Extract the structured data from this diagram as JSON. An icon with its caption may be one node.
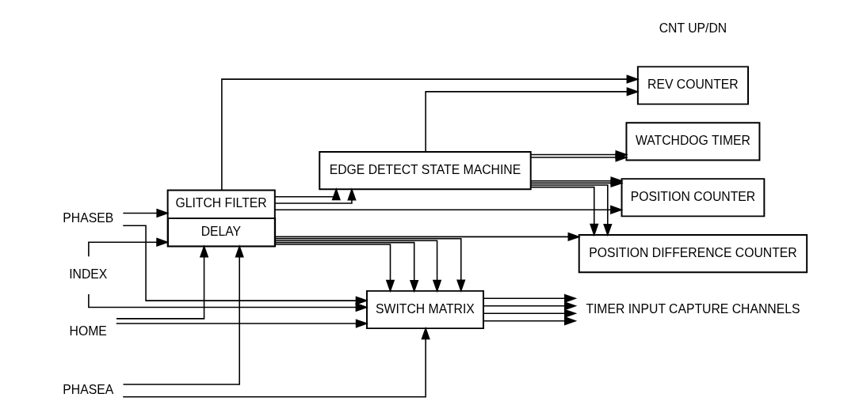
{
  "diagram": {
    "nodes": [
      {
        "text": [
          "PHASEA"
        ]
      },
      {
        "text": [
          "PHASEB"
        ]
      },
      {
        "text": [
          "INDEX"
        ]
      },
      {
        "text": [
          "HOME"
        ]
      },
      {
        "text": [
          "GLITCH FILTER",
          "DELAY"
        ]
      },
      {
        "text": [
          "EDGE DETECT STATE MACHINE"
        ]
      },
      {
        "text": [
          "WATCHDOG TIMER"
        ]
      },
      {
        "text": [
          "REV COUNTER"
        ]
      },
      {
        "text": [
          "POSITION COUNTER"
        ]
      },
      {
        "text": [
          "POSITION DIFFERENCE COUNTER"
        ]
      },
      {
        "text": [
          "SWITCH MATRIX"
        ]
      },
      {
        "text": [
          "TIMER INPUT CAPTURE CHANNELS"
        ]
      }
    ],
    "edges": [
      {
        "from": 0,
        "to": 4,
        "arrow": "to"
      },
      {
        "from": 1,
        "to": 4,
        "arrow": "to"
      },
      {
        "from": 2,
        "to": 4,
        "arrow": "to"
      },
      {
        "from": 3,
        "to": 4,
        "arrow": "to"
      },
      {
        "from": 4,
        "to": 5,
        "arrow": "to"
      },
      {
        "from": 4,
        "to": 5,
        "arrow": "to"
      },
      {
        "from": 5,
        "to": 6,
        "arrow": "to"
      },
      {
        "from": 5,
        "to": 6,
        "arrow": "to"
      },
      {
        "from": 5,
        "to": 7,
        "arrow": "to"
      },
      {
        "from": 5,
        "to": 8,
        "arrow": "to"
      },
      {
        "from": 5,
        "to": 8,
        "arrow": "to"
      },
      {
        "from": 5,
        "to": 9,
        "arrow": "to"
      },
      {
        "from": 5,
        "to": 9,
        "arrow": "to"
      },
      {
        "from": 4,
        "to": 7,
        "arrow": "to"
      },
      {
        "from": 4,
        "to": 8,
        "arrow": "to"
      },
      {
        "from": 4,
        "to": 9,
        "arrow": "to"
      },
      {
        "from": 4,
        "to": 10,
        "arrow": "to"
      },
      {
        "from": 4,
        "to": 10,
        "arrow": "to"
      },
      {
        "from": 4,
        "to": 10,
        "arrow": "to"
      },
      {
        "from": 4,
        "to": 10,
        "arrow": "to"
      },
      {
        "from": 3,
        "to": 10,
        "arrow": "to"
      },
      {
        "from": 2,
        "to": 10,
        "arrow": "to"
      },
      {
        "from": 1,
        "to": 10,
        "arrow": "to"
      },
      {
        "from": 0,
        "to": 10,
        "arrow": "to"
      },
      {
        "from": 10,
        "to": 11,
        "arrow": "to"
      },
      {
        "from": 10,
        "to": 11,
        "arrow": "to"
      },
      {
        "from": 10,
        "to": 11,
        "arrow": "to"
      },
      {
        "from": 10,
        "to": 11,
        "arrow": "to"
      }
    ],
    "labels": [
      "CNT UP/DN"
    ]
  }
}
